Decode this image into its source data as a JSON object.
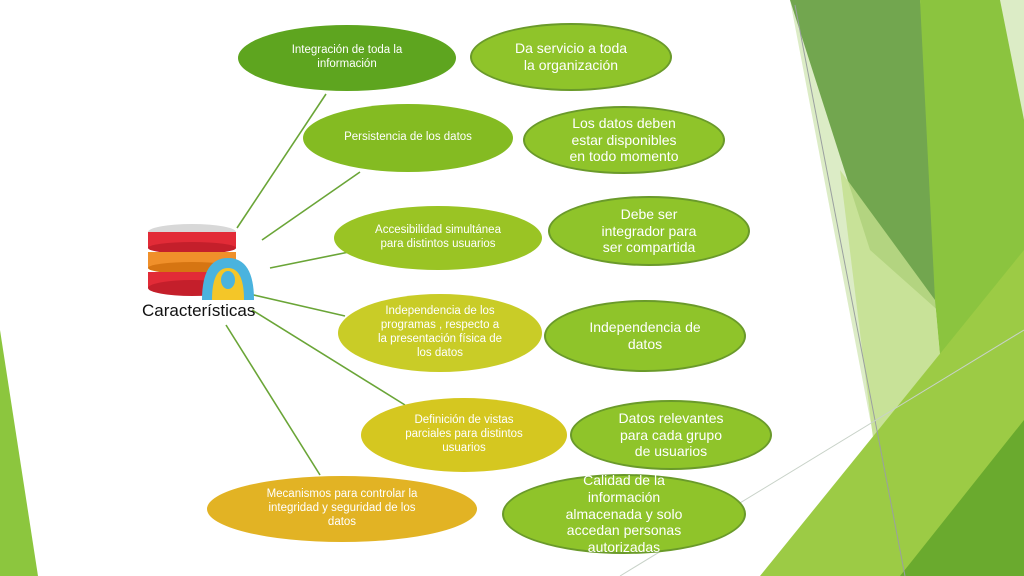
{
  "center": {
    "label": "Características",
    "icon": "database-icon"
  },
  "features": [
    {
      "id": "f1",
      "text": "Integración de toda la\ninformación"
    },
    {
      "id": "f2",
      "text": "Persistencia de los datos"
    },
    {
      "id": "f3",
      "text": "Accesibilidad simultánea\npara distintos usuarios"
    },
    {
      "id": "f4",
      "text": "Independencia de  los\nprogramas , respecto a\nla presentación física de\nlos datos"
    },
    {
      "id": "f5",
      "text": "Definición de vistas\nparciales para distintos\nusuarios"
    },
    {
      "id": "f6",
      "text": "Mecanismos para controlar la\nintegridad y seguridad de los\ndatos"
    }
  ],
  "descriptions": [
    {
      "id": "d1",
      "text": "Da servicio a toda\nla organización"
    },
    {
      "id": "d2",
      "text": "Los datos deben\nestar disponibles\nen todo momento"
    },
    {
      "id": "d3",
      "text": "Debe ser\nintegrador para\nser compartida"
    },
    {
      "id": "d4",
      "text": "Independencia de\ndatos"
    },
    {
      "id": "d5",
      "text": "Datos relevantes\npara cada grupo\nde usuarios"
    },
    {
      "id": "d6",
      "text": "Calidad de la\ninformación\nalmacenada y solo\naccedan personas\nautorizadas"
    }
  ],
  "colors": {
    "dark_green": "#5ea51f",
    "mid_green": "#84bb22",
    "light_green": "#9ac424",
    "yellow_green": "#c9cc27",
    "yellow": "#d5c720",
    "orange": "#e2b324",
    "connector": "#6aa537"
  }
}
